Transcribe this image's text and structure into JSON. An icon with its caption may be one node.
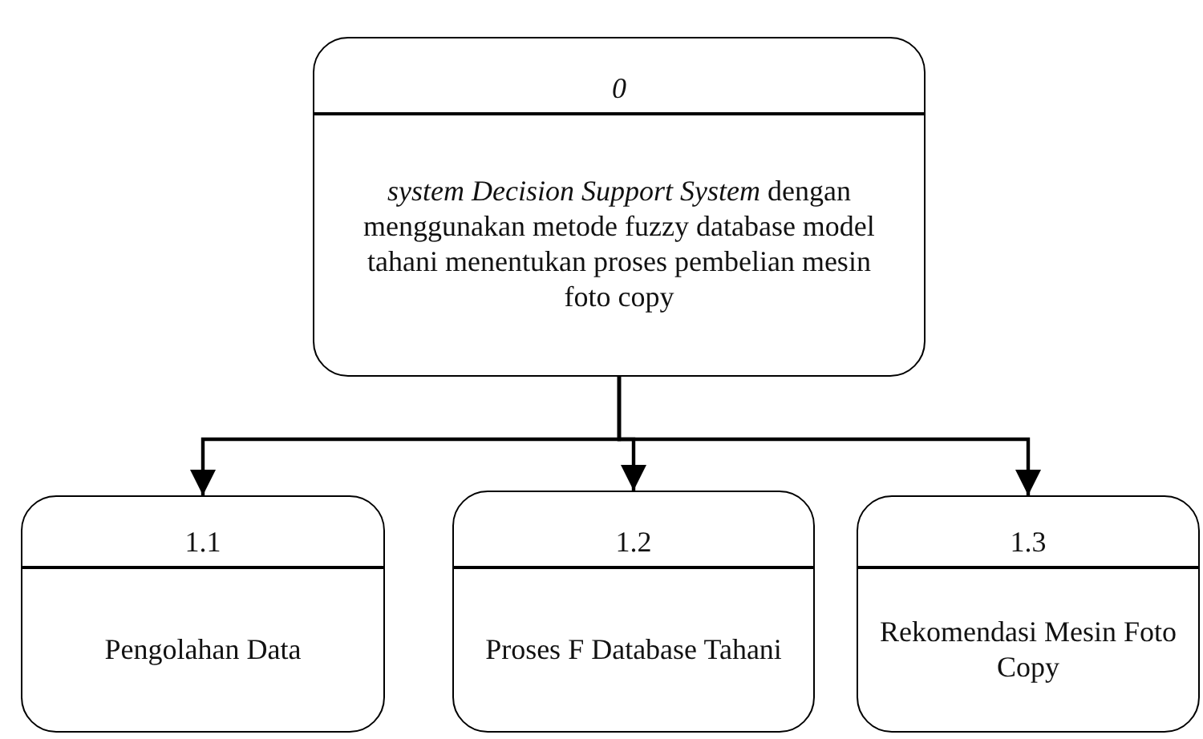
{
  "diagram": {
    "nodes": [
      {
        "text": [
          "0",
          "*system Decision Support System* dengan menggunakan metode fuzzy database model tahani menentukan proses pembelian mesin foto copy"
        ]
      },
      {
        "text": [
          "1.1",
          "Pengolahan Data"
        ]
      },
      {
        "text": [
          "1.2",
          "Proses F Database Tahani"
        ]
      },
      {
        "text": [
          "1.3",
          "Rekomendasi Mesin Foto Copy"
        ]
      }
    ],
    "edges": [
      {
        "from": 0,
        "to": 1,
        "arrow": "to"
      },
      {
        "from": 0,
        "to": 2,
        "arrow": "to"
      },
      {
        "from": 0,
        "to": 3,
        "arrow": "to"
      }
    ]
  }
}
